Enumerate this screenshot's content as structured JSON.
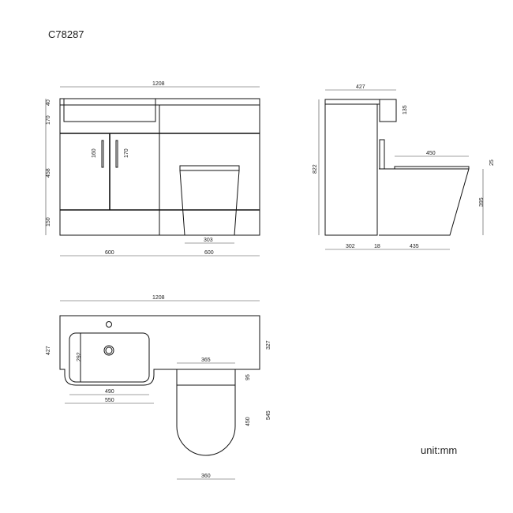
{
  "title": "C78287",
  "unit_label": "unit:mm",
  "front_view": {
    "overall_width": "1208",
    "worktop_height": "40",
    "upper_height": "170",
    "door_height": "458",
    "plinth_height": "150",
    "handle_left": "160",
    "handle_right": "170",
    "toilet_base_width": "303",
    "left_section_width": "600",
    "right_section_width": "600"
  },
  "side_view": {
    "depth_top": "427",
    "total_height": "822",
    "basin_depth": "135",
    "seat_length": "450",
    "seat_thickness": "25",
    "pan_height": "395",
    "cabinet_depth": "302",
    "door_thickness": "18",
    "toilet_projection": "435"
  },
  "plan_view": {
    "overall_width": "1208",
    "worktop_depth": "427",
    "right_depth": "327",
    "basin_inner_depth": "292",
    "basin_inner_width": "490",
    "basin_outer_width": "550",
    "toilet_top_width": "365",
    "toilet_offset": "95",
    "toilet_length": "450",
    "total_toilet_depth": "545",
    "toilet_bottom_width": "360"
  }
}
